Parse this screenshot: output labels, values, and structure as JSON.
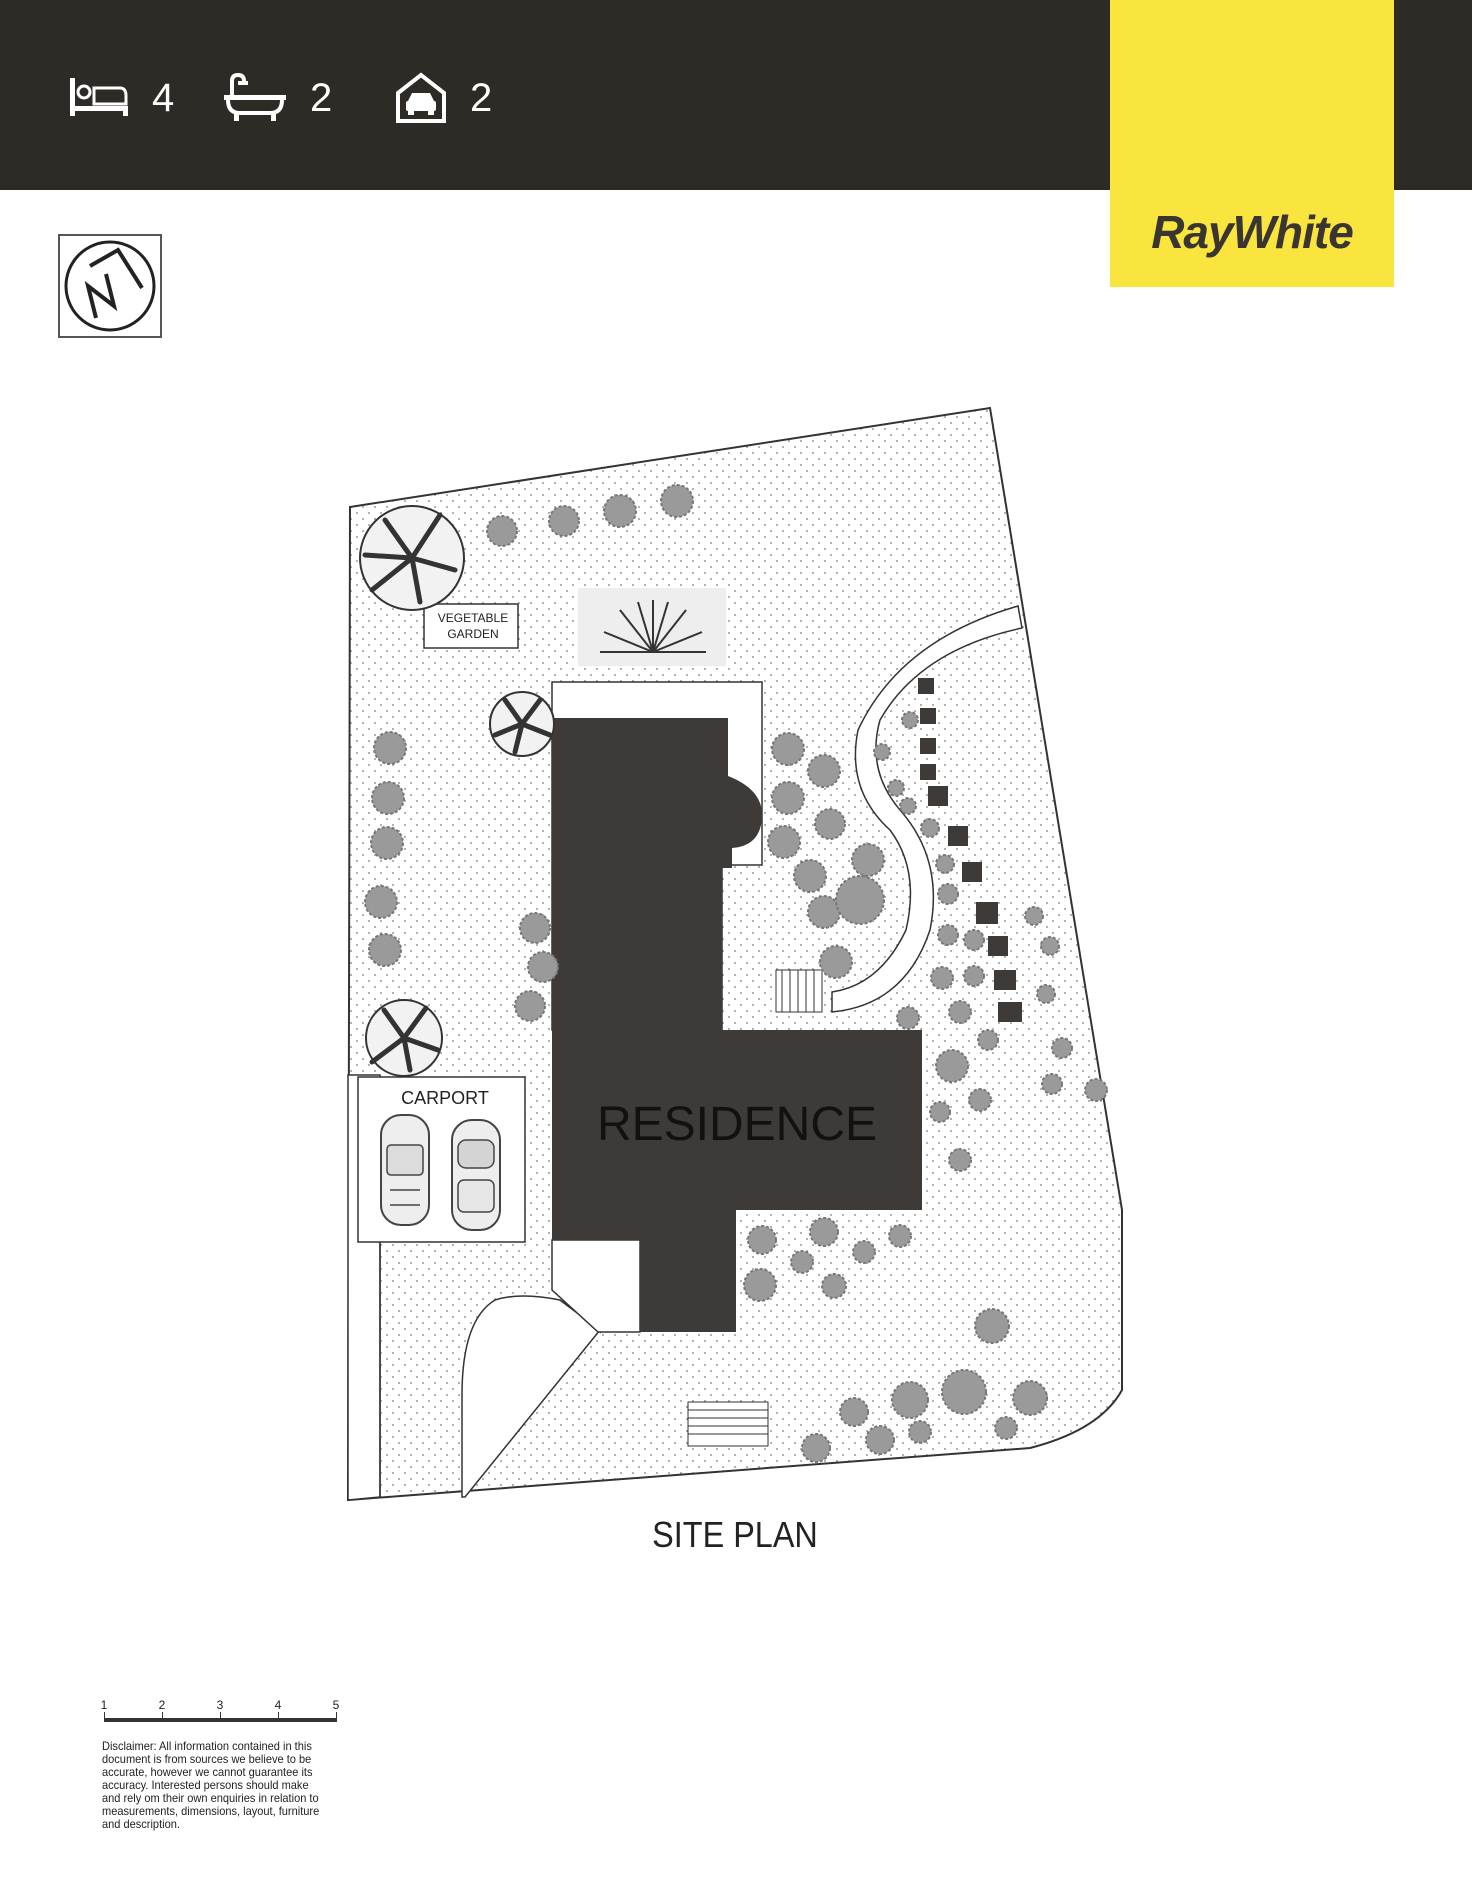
{
  "header": {
    "features": [
      {
        "icon": "bed-icon",
        "value": "4"
      },
      {
        "icon": "bath-icon",
        "value": "2"
      },
      {
        "icon": "garage-icon",
        "value": "2"
      }
    ]
  },
  "brand": {
    "logo_text": "RayWhite"
  },
  "plan": {
    "title": "SITE PLAN",
    "labels": {
      "vegetable_garden_line1": "VEGETABLE",
      "vegetable_garden_line2": "GARDEN",
      "carport": "CARPORT",
      "residence": "RESIDENCE"
    }
  },
  "scale": {
    "ticks": [
      "1",
      "2",
      "3",
      "4",
      "5"
    ]
  },
  "disclaimer": "Disclaimer: All information contained in this document is from sources we believe to be accurate, however we cannot guarantee its accuracy. Interested persons should make and rely om their own enquiries in relation to measurements, dimensions, layout, furniture and description.",
  "colors": {
    "header_bg": "#2e2b27",
    "brand_yellow": "#f9e53d",
    "building": "#3d3a38",
    "shrub": "#9a9a9a"
  }
}
